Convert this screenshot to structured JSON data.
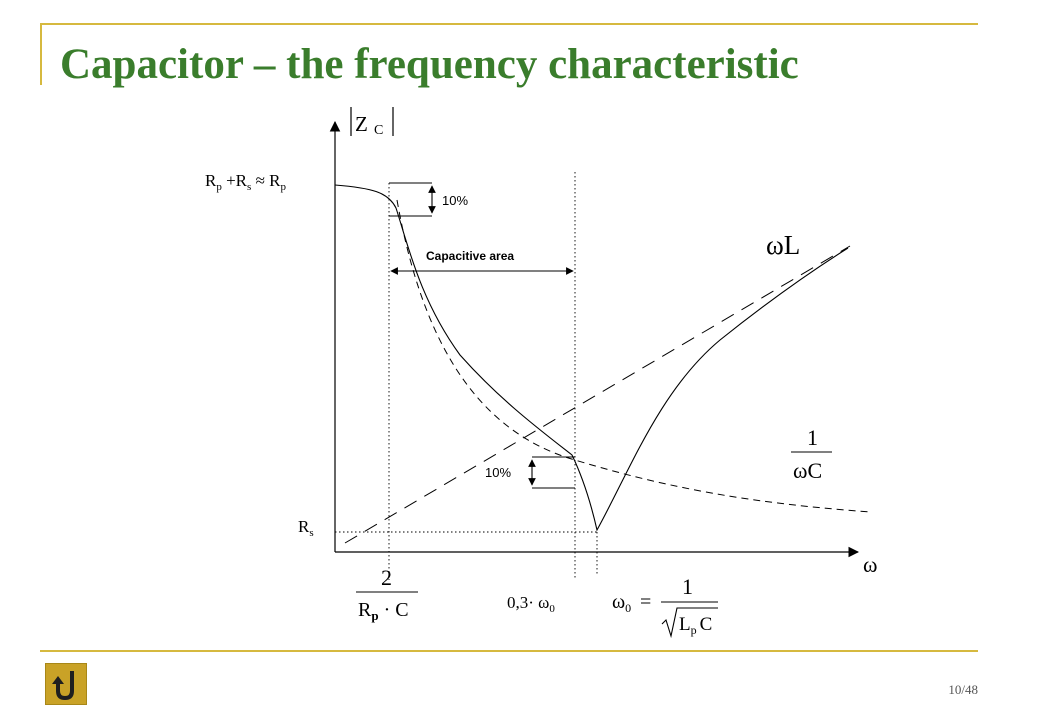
{
  "slide": {
    "title": "Capacitor – the frequency characteristic",
    "page": "10/48",
    "home_icon": "return-arrow-icon",
    "accent_color": "#d6b93f",
    "title_color": "#3a7d2c"
  },
  "diagram": {
    "y_axis_label": "Z",
    "y_axis_sub": "C",
    "x_axis_label": "ω",
    "rp_label": {
      "a": "R",
      "a_sub": "p",
      "plus": " +R",
      "b_sub": "s",
      "approx": " ≈ R",
      "c_sub": "p"
    },
    "rs_label": {
      "main": "R",
      "sub": "s"
    },
    "top_pct": "10%",
    "mid_pct": "10%",
    "area_label": "Capacitive area",
    "wl_label": "ωL",
    "inv_wc": {
      "num": "1",
      "den": "ωC"
    },
    "x_marker_1": {
      "num": "2",
      "den_r": "R",
      "den_sub": "p",
      "den_rest": " · C"
    },
    "x_marker_2": {
      "prefix": "0,3· ω",
      "sub": "0"
    },
    "x_marker_3": {
      "lhs": "ω",
      "lhs_sub": "0",
      "eq": "=",
      "num": "1",
      "den_l": "L",
      "den_sub": "p",
      "den_c": "C"
    }
  }
}
